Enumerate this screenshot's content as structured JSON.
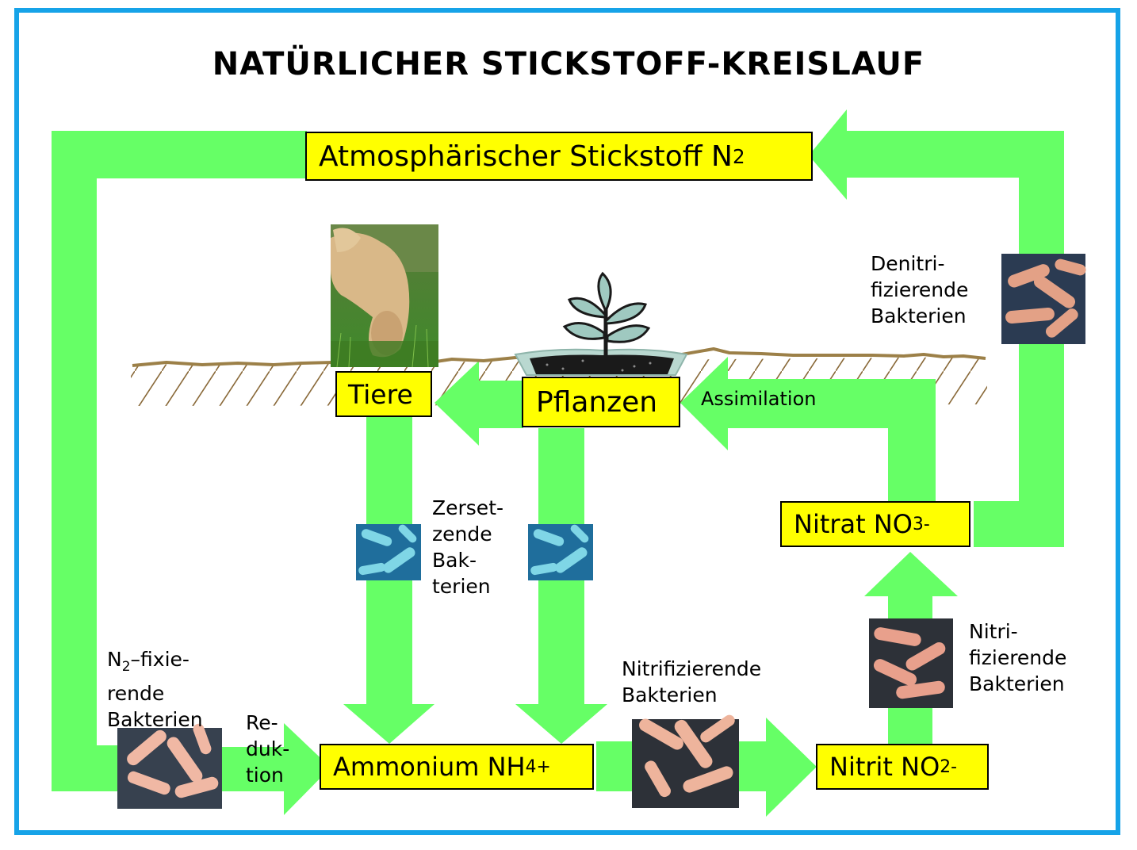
{
  "title": "NATÜRLICHER STICKSTOFF-KREISLAUF",
  "boxes": {
    "atmosphere": {
      "text": "Atmosphärischer Stickstoff N",
      "sub": "2"
    },
    "tiere": {
      "text": "Tiere"
    },
    "pflanzen": {
      "text": "Pflanzen"
    },
    "nitrat": {
      "text": "Nitrat NO",
      "sub": "3",
      "sup": "-"
    },
    "ammonium": {
      "text": "Ammonium NH",
      "sub": "4",
      "sup": "+"
    },
    "nitrit": {
      "text": "Nitrit NO",
      "sub": "2",
      "sup": "-"
    }
  },
  "labels": {
    "denitri": [
      "Denitri-",
      "fizierende",
      "Bakterien"
    ],
    "assimilation": "Assimilation",
    "zersetzende": [
      "Zerset-",
      "zende",
      "Bak-",
      "terien"
    ],
    "n2_fix": {
      "prefix": "N",
      "sub": "2",
      "rest": "–fixie-",
      "lines": [
        "rende",
        "Bakterien"
      ]
    },
    "reduktion": [
      "Re-",
      "duk-",
      "tion"
    ],
    "nitrifizierende_bottom": [
      "Nitrifizierende",
      "Bakterien"
    ],
    "nitrifizierende_right": [
      "Nitri-",
      "fizierende",
      "Bakterien"
    ]
  },
  "colors": {
    "arrow": "#66ff66",
    "box": "#ffff00",
    "frame": "#16a3e8",
    "soil_line": "#9c8048"
  }
}
